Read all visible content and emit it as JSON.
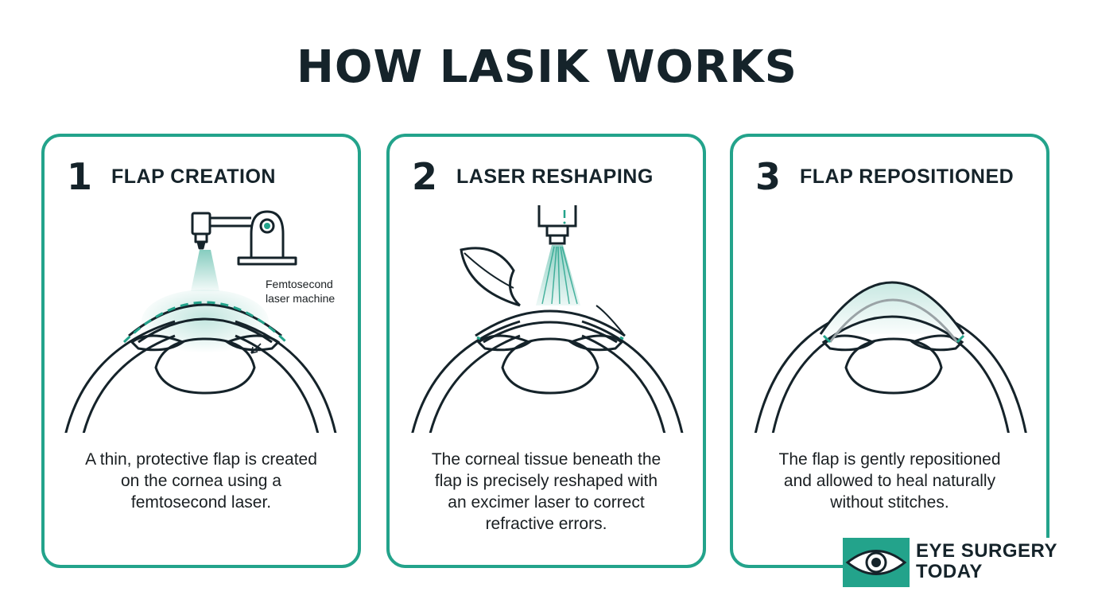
{
  "title": "HOW LASIK WORKS",
  "colors": {
    "accent": "#23a38b",
    "ink": "#15232a",
    "background": "#ffffff"
  },
  "steps": [
    {
      "number": "1",
      "title": "FLAP CREATION",
      "callout": "Femtosecond laser machine",
      "callout_lines": [
        "Femtosecond",
        "laser machine"
      ],
      "description_lines": [
        "A thin, protective flap is created",
        "on the cornea using a",
        "femtosecond laser."
      ]
    },
    {
      "number": "2",
      "title": "LASER RESHAPING",
      "description_lines": [
        "The corneal tissue beneath the",
        "flap is precisely reshaped with",
        "an excimer laser to correct",
        "refractive errors."
      ]
    },
    {
      "number": "3",
      "title": "FLAP REPOSITIONED",
      "description_lines": [
        "The flap is gently repositioned",
        "and allowed to heal naturally",
        "without stitches."
      ]
    }
  ],
  "brand": {
    "name_lines": [
      "EYE SURGERY",
      "TODAY"
    ],
    "logo_icon": "eye-icon"
  }
}
